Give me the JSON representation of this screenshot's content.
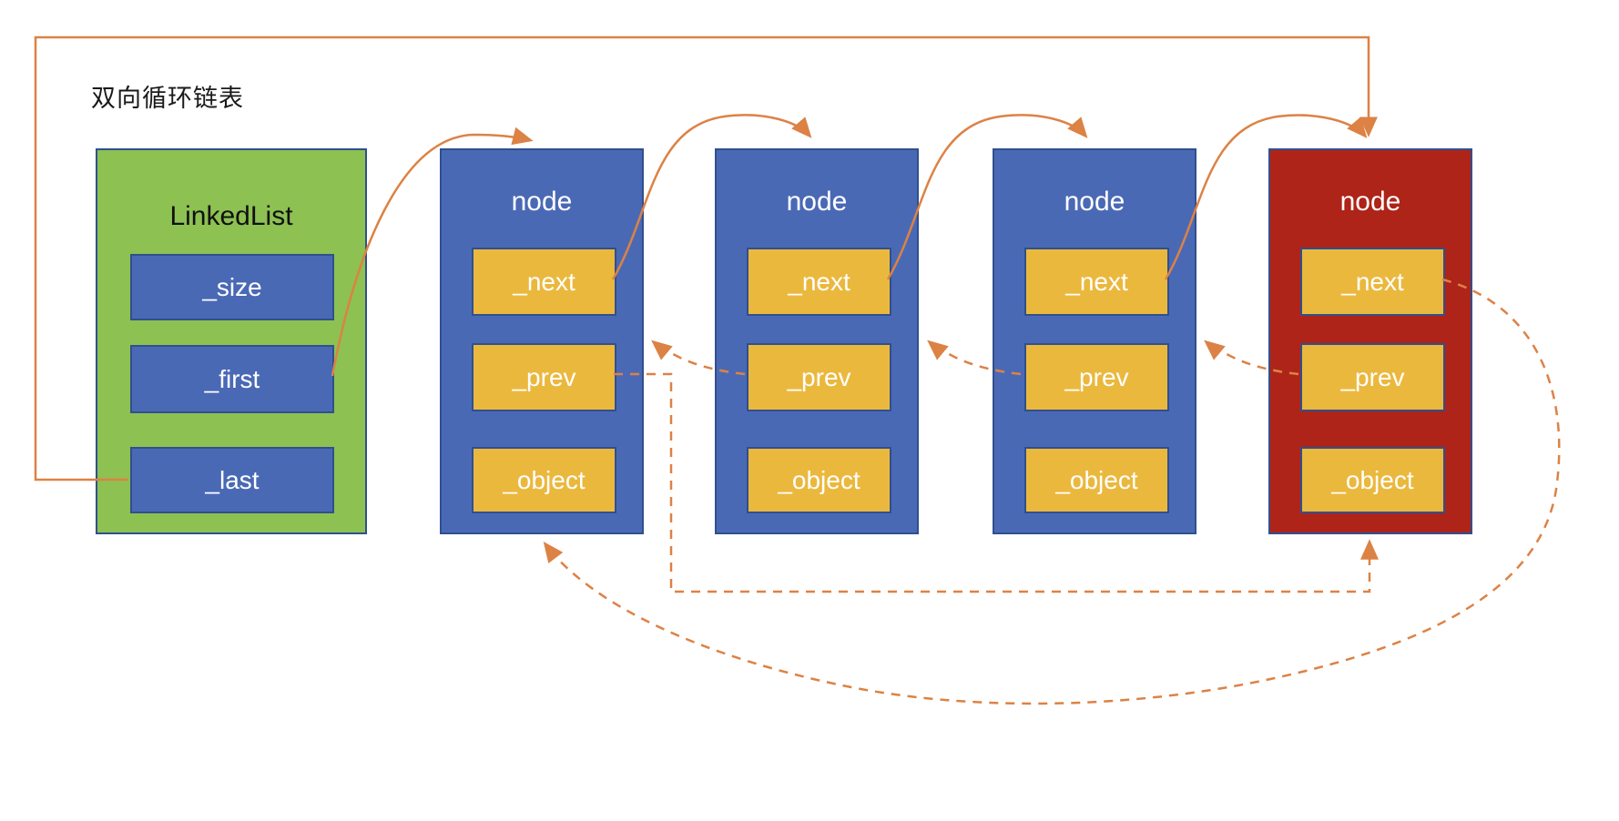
{
  "title": "双向循环链表",
  "linkedlist": {
    "label": "LinkedList",
    "fields": [
      "_size",
      "_first",
      "_last"
    ]
  },
  "nodes": [
    {
      "label": "node",
      "variant": "blue",
      "fields": [
        "_next",
        "_prev",
        "_object"
      ]
    },
    {
      "label": "node",
      "variant": "blue",
      "fields": [
        "_next",
        "_prev",
        "_object"
      ]
    },
    {
      "label": "node",
      "variant": "blue",
      "fields": [
        "_next",
        "_prev",
        "_object"
      ]
    },
    {
      "label": "node",
      "variant": "red",
      "fields": [
        "_next",
        "_prev",
        "_object"
      ]
    }
  ],
  "colors": {
    "linkedlist_background": "#8DC152",
    "node_background": "#4A69B5",
    "field_background": "#EBB83E",
    "last_node_background": "#AE2418",
    "box_border": "#30508D",
    "arrow": "#DC8245"
  }
}
